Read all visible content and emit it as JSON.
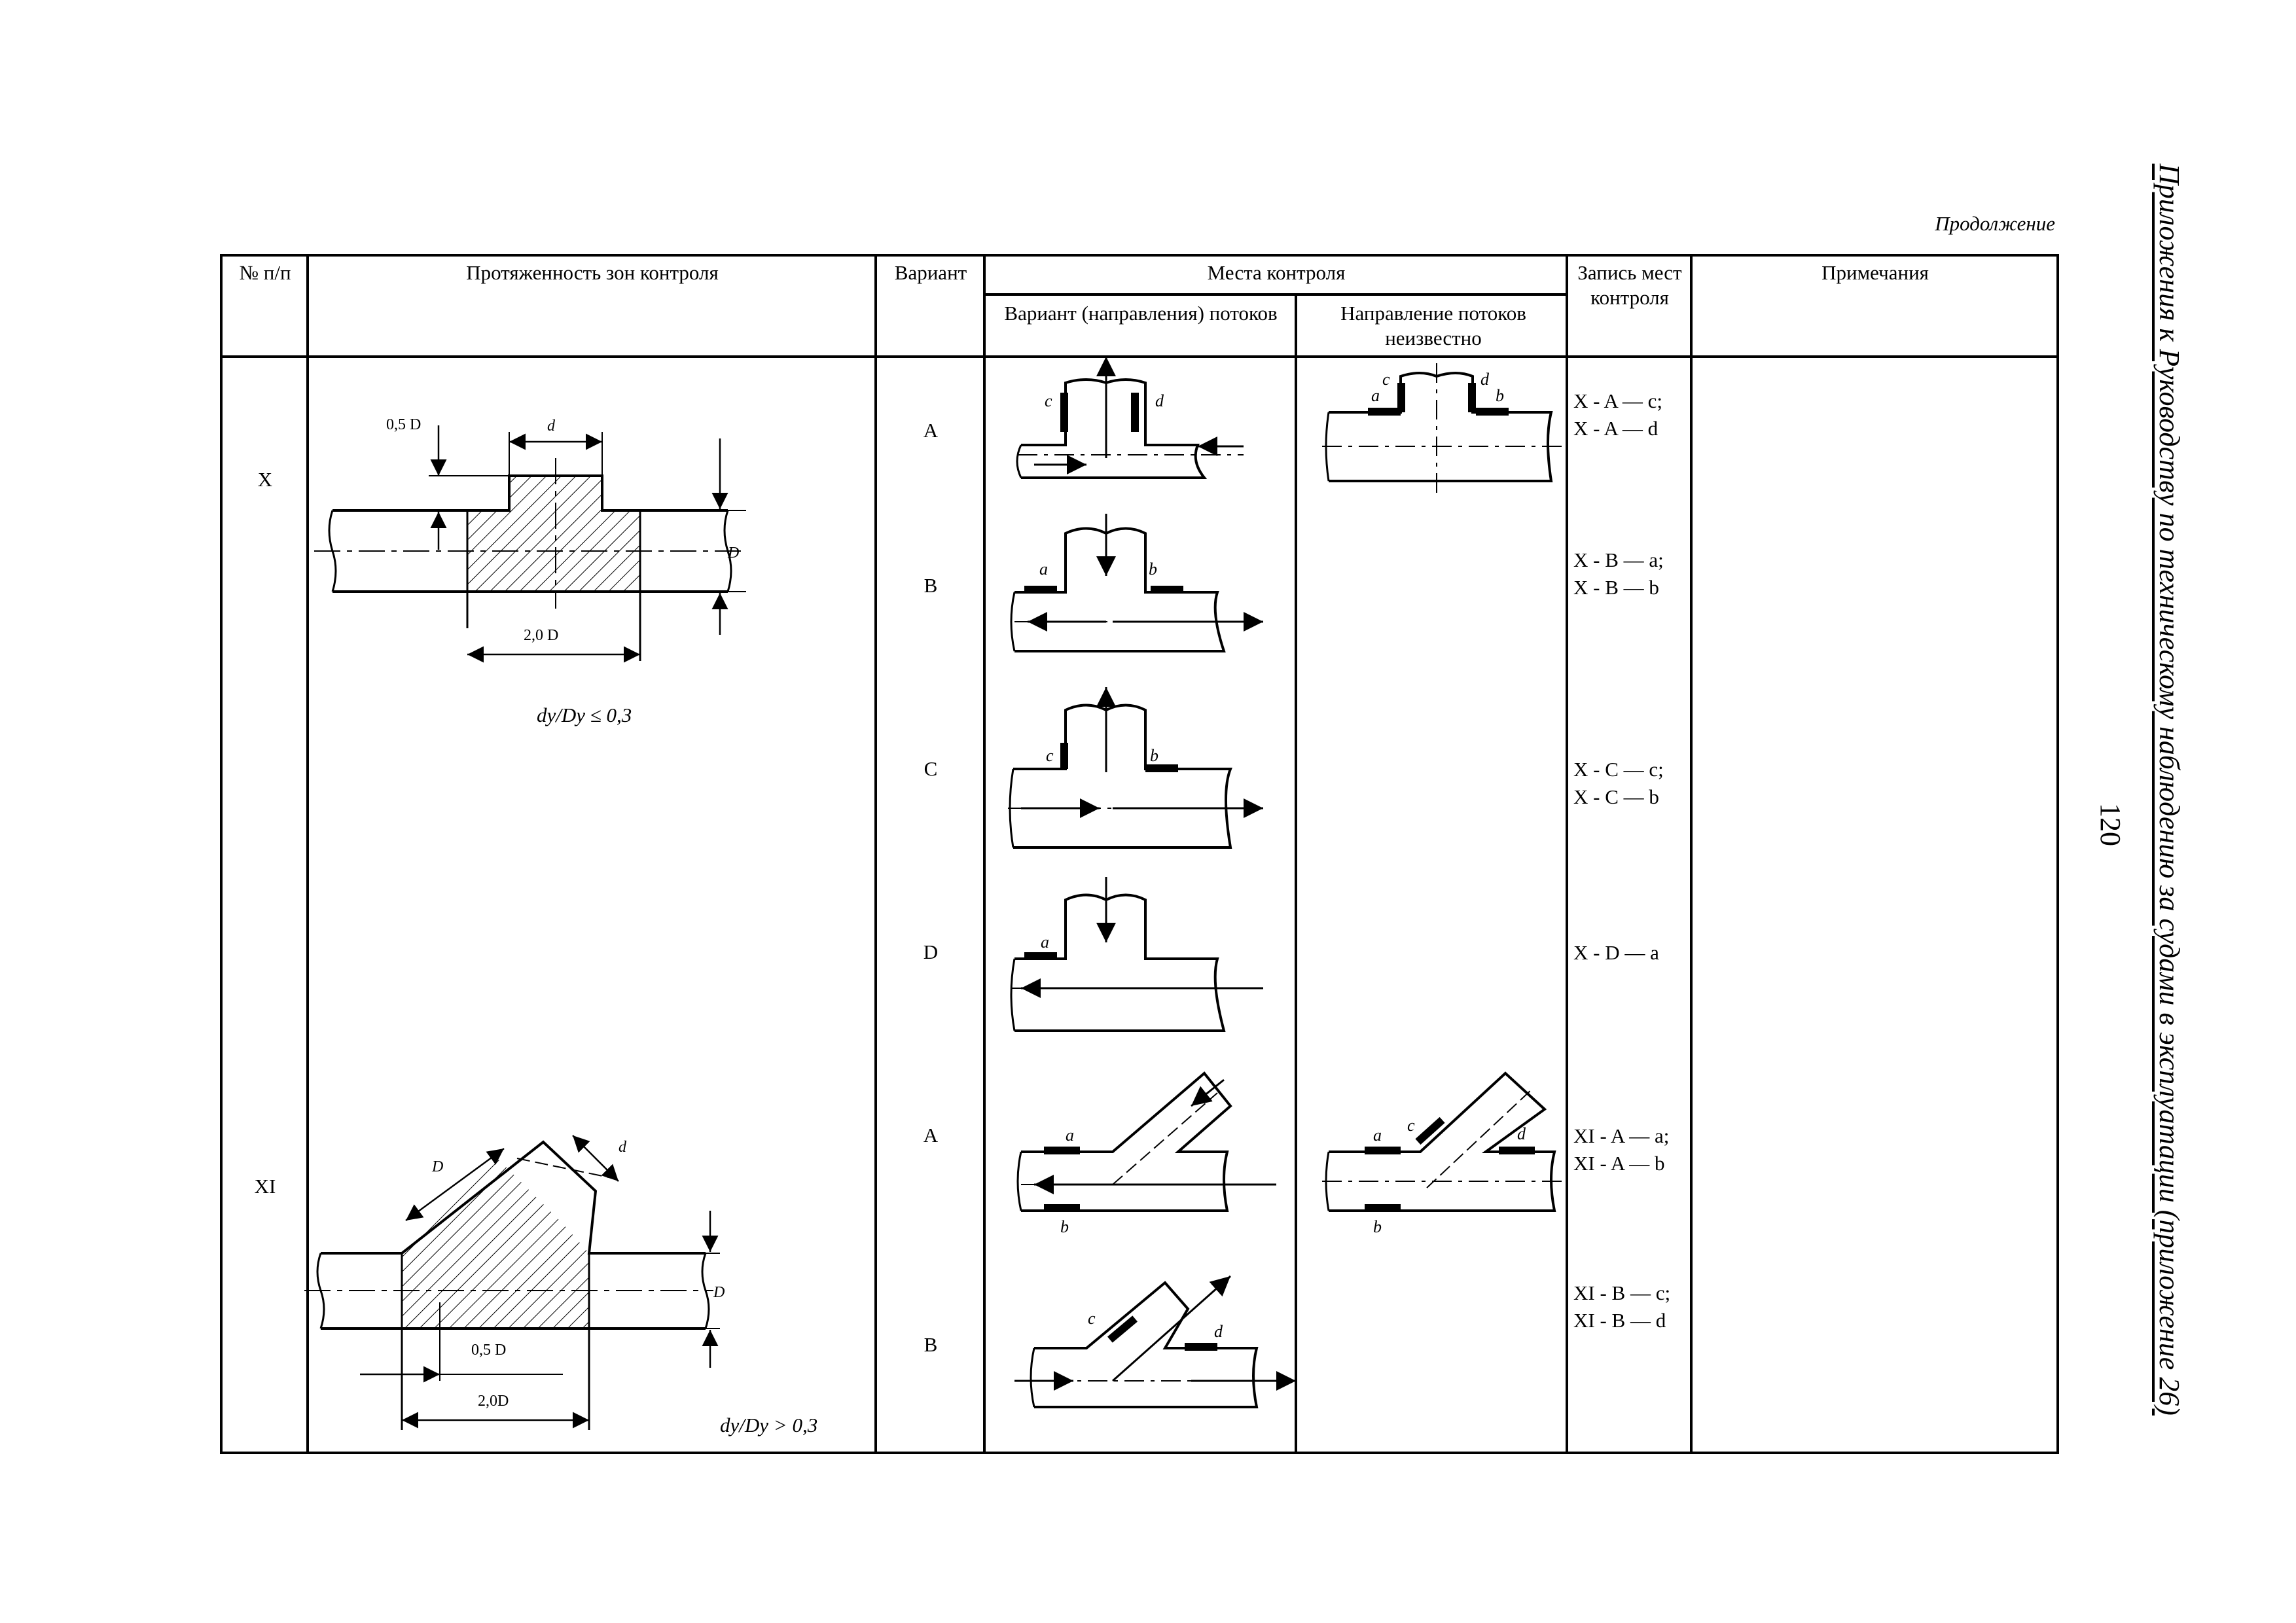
{
  "page": {
    "continuation": "Продолжение",
    "side_title": "Приложения к Руководству по техническому наблюдению за судами в эксплуатации (приложение 26)",
    "page_number": "120"
  },
  "table": {
    "headers": {
      "num": "№ п/п",
      "zones": "Протяженность зон контроля",
      "variant": "Вариант",
      "places": "Места контроля",
      "places_known": "Вариант (направления) потоков",
      "places_unknown": "Направление потоков неизвестно",
      "record": "Запись мест контроля",
      "notes": "Примечания"
    },
    "rows": [
      {
        "id": "X",
        "variant": "A",
        "record": [
          "X - A — c;",
          "X - A — d"
        ],
        "known_labels": [
          "c",
          "d"
        ],
        "unknown_labels": [
          "a",
          "c",
          "d",
          "b"
        ]
      },
      {
        "id": "",
        "variant": "B",
        "record": [
          "X - B — a;",
          "X - B — b"
        ],
        "known_labels": [
          "a",
          "b"
        ]
      },
      {
        "id": "",
        "variant": "C",
        "record": [
          "X - C — c;",
          "X - C — b"
        ],
        "known_labels": [
          "c",
          "b"
        ]
      },
      {
        "id": "",
        "variant": "D",
        "record": [
          "X - D — a"
        ],
        "known_labels": [
          "a"
        ]
      },
      {
        "id": "XI",
        "variant": "A",
        "record": [
          "XI - A — a;",
          "XI - A — b"
        ],
        "known_labels": [
          "a",
          "b"
        ],
        "unknown_labels": [
          "a",
          "c",
          "d",
          "b"
        ]
      },
      {
        "id": "",
        "variant": "B",
        "record": [
          "XI - B — c;",
          "XI - B — d"
        ],
        "known_labels": [
          "c",
          "d"
        ]
      }
    ],
    "zone_figures": {
      "x": {
        "label_05": "0,5 D",
        "label_dy": "d",
        "label_Dy": "D",
        "label_20": "2,0 D",
        "caption": "dy/Dy ≤ 0,3"
      },
      "xi": {
        "label_Dy_branch": "D",
        "label_dy": "d",
        "label_Dy": "D",
        "label_05": "0,5 D",
        "label_20": "2,0D",
        "caption": "dy/Dy > 0,3"
      }
    }
  }
}
